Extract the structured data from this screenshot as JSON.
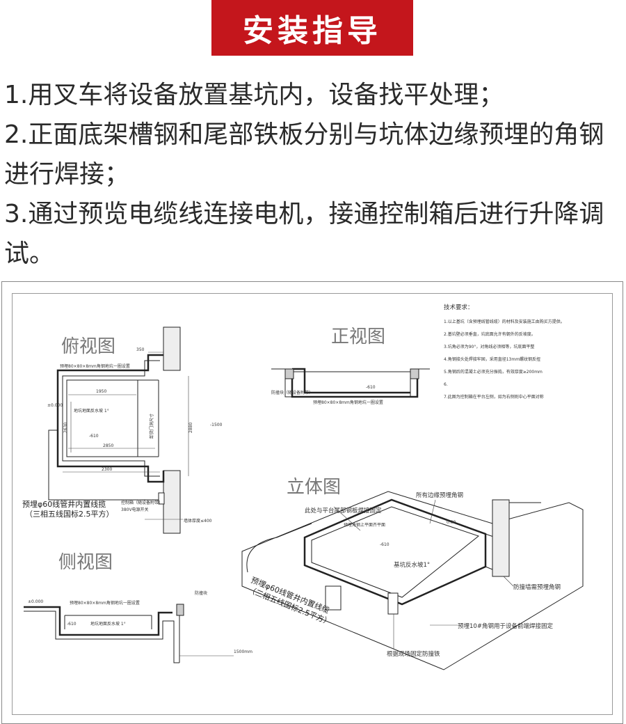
{
  "title": "安装指导",
  "steps": [
    "1.用叉车将设备放置基坑内，设备找平处理；",
    "2.正面底架槽钢和尾部铁板分别与坑体边缘预埋的角钢进行焊接；",
    "3.通过预览电缆线连接电机，接通控制箱后进行升降调试。"
  ],
  "drawing": {
    "top_view": {
      "title": "俯视图",
      "frame_label": "预埋80×80×8mm角钢地坑一圈设置",
      "slope_label": "地坑地面反水坡 1°",
      "dims": [
        "350",
        "1950",
        "2630",
        "2850",
        "2300",
        "2880",
        "±0.000",
        "-610",
        "-1500"
      ],
      "door_label": "卸货门洞尺寸",
      "conduit_label": "预埋φ60线管井内置线揽",
      "conduit_sub": "（三相五线国标2.5平方）",
      "control_box": "控制箱（随设备附带）",
      "switch": "380V电源开关",
      "wall_label": "墙体厚度≤400"
    },
    "front_view": {
      "title": "正视图",
      "frame_label": "预埋80×80×8mm角钢地坑一圈设置",
      "level": "-610",
      "bumper_label": "防撞块（随设备附带）"
    },
    "notes": {
      "title": "技术要求：",
      "items": [
        "1.以上基坑（含预埋线管线缆）的材料及安装施工由购买方提供。",
        "2.基坑壁必须垂直，坑底面允许有朝外的反坡度。",
        "3.坑角必须为90°，对角线必须相等，坑底面平整",
        "4.角钢接头处焊接牢固，采用直径13mm螺纹钢反扭",
        "5.角钢后的混凝土必须充分振捣，有效厚度≥200mm",
        "6.",
        "7.此图为控制箱在平台左侧，如为右侧则中心平面对称"
      ]
    },
    "iso_view": {
      "title": "立体图",
      "label_rear_angle": "此处与平台尾部钢板焊接固定",
      "label_all_edges": "所有边缘预埋角钢",
      "label_level": "0.00",
      "label_inner": "预埋角钢上平面齐平面",
      "label_depth": "-610",
      "label_slope": "基坑反水坡1°",
      "label_wall": "防撞墙需预埋角钢",
      "label_10": "预埋10#角钢用于设备前端焊接固定",
      "label_bumper": "根据现场固定防撞铁",
      "conduit_label": "预埋φ60线管井内置线缆",
      "conduit_sub": "（三相五线国标2.5平方）"
    },
    "side_view": {
      "title": "侧视图",
      "frame_label": "预埋80×80×8mm角钢地坑一圈设置",
      "level_top": "±0.000",
      "level_pit": "-610",
      "slope": "地坑地面反水坡 1°",
      "bumper": "防撞块",
      "height": "1500mm"
    }
  }
}
